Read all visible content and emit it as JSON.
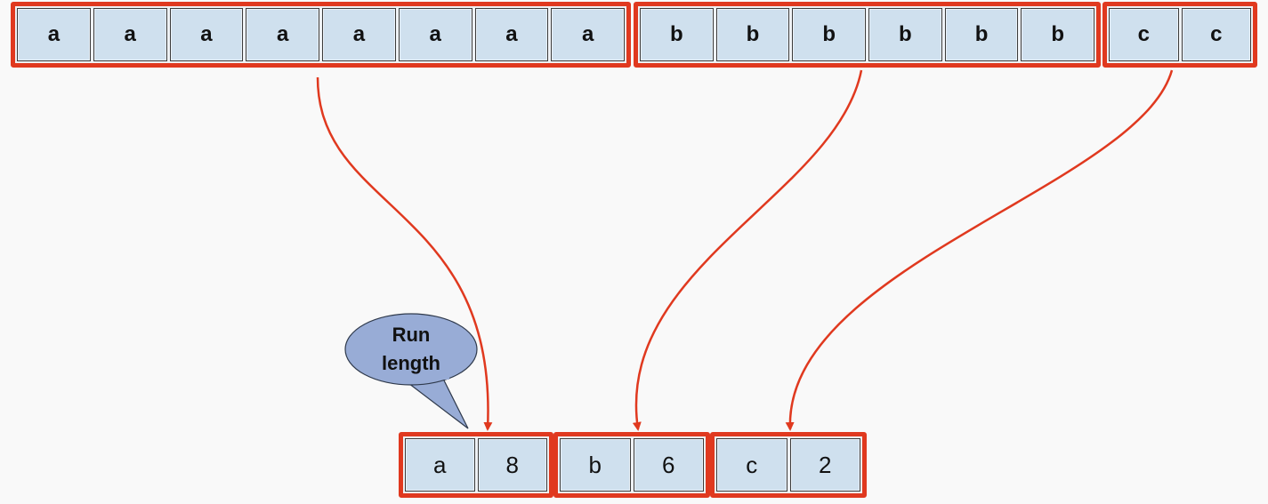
{
  "input": {
    "runs": [
      {
        "cells": [
          "a",
          "a",
          "a",
          "a",
          "a",
          "a",
          "a",
          "a"
        ]
      },
      {
        "cells": [
          "b",
          "b",
          "b",
          "b",
          "b",
          "b"
        ]
      },
      {
        "cells": [
          "c",
          "c"
        ]
      }
    ]
  },
  "output": {
    "pairs": [
      {
        "symbol": "a",
        "count": "8"
      },
      {
        "symbol": "b",
        "count": "6"
      },
      {
        "symbol": "c",
        "count": "2"
      }
    ]
  },
  "callout": {
    "line1": "Run",
    "line2": "length"
  },
  "colors": {
    "highlight_border": "#e0391f",
    "cell_fill": "#cfe0ee",
    "arrow": "#e0391f",
    "callout_fill": "#98acd6"
  }
}
